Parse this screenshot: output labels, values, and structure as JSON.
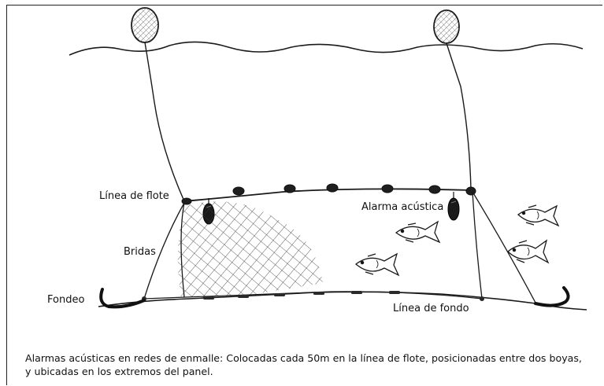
{
  "labels": {
    "float_line": "Línea de flote",
    "acoustic_alarm": "Alarma acústica",
    "bridles": "Bridas",
    "anchor": "Fondeo",
    "bottom_line": "Línea de fondo"
  },
  "caption": {
    "line1": "Alarmas acústicas en redes de enmalle: Colocadas cada 50m en la línea de flote, posicionadas entre dos boyas,",
    "line2": "y ubicadas en los extremos del panel."
  },
  "colors": {
    "ink": "#1a1a1a",
    "hatch": "#6e6e6e"
  }
}
